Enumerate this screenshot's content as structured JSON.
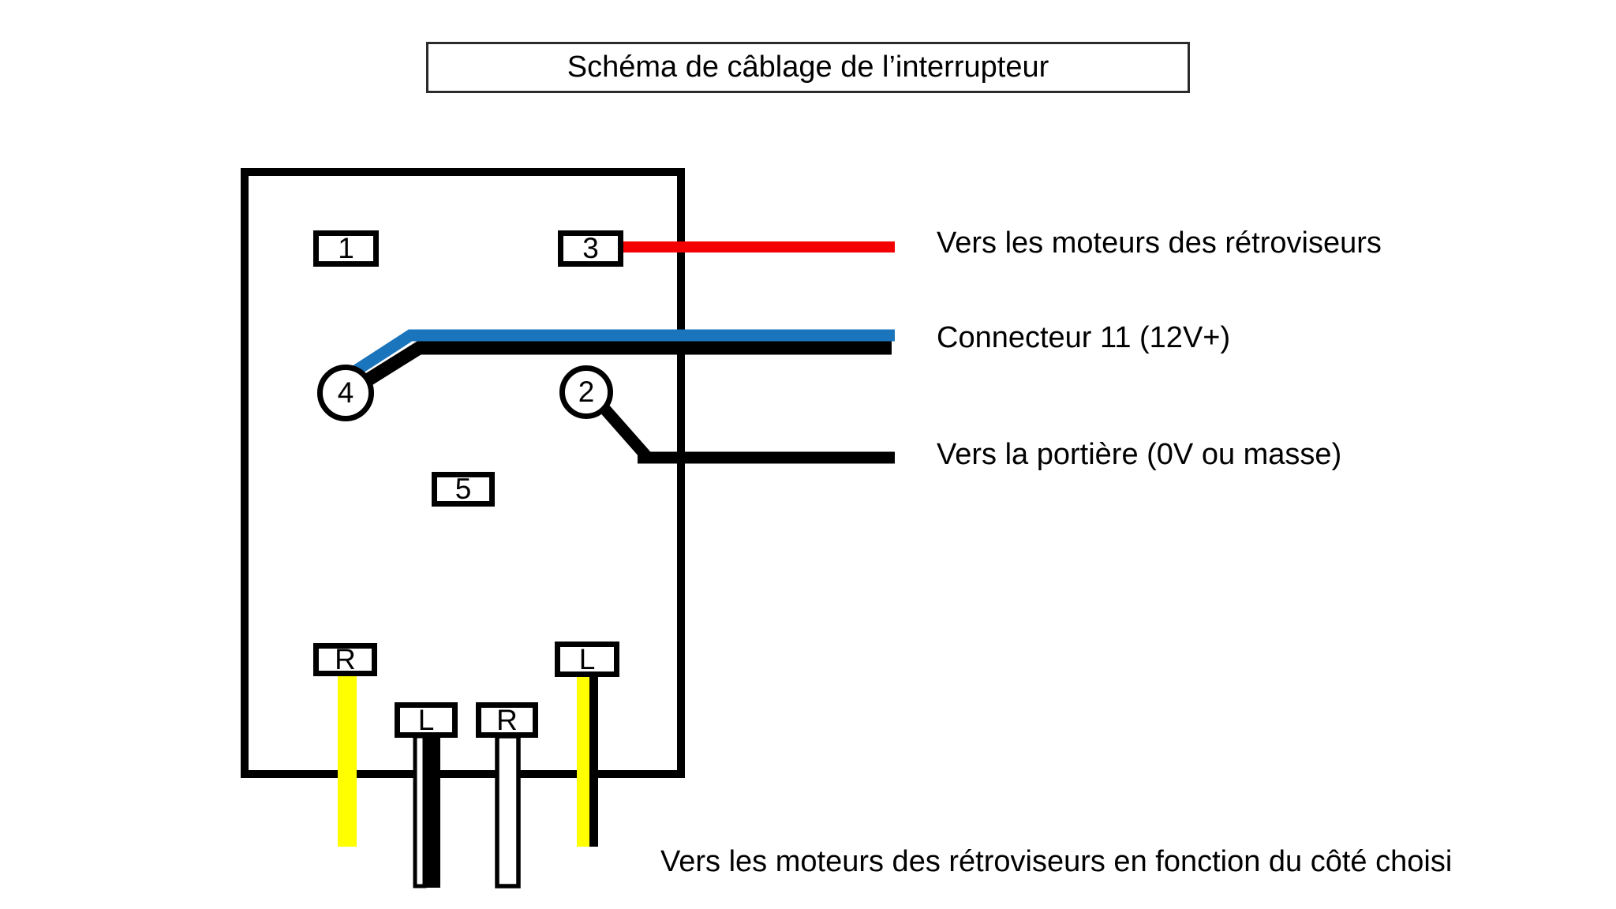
{
  "title": {
    "text": "Schéma de câblage de l’interrupteur"
  },
  "switch": {
    "terminals": [
      {
        "id": "1",
        "label": "1",
        "shape": "rect"
      },
      {
        "id": "3",
        "label": "3",
        "shape": "rect"
      },
      {
        "id": "4",
        "label": "4",
        "shape": "circle"
      },
      {
        "id": "2",
        "label": "2",
        "shape": "circle"
      },
      {
        "id": "5",
        "label": "5",
        "shape": "rect"
      },
      {
        "id": "R-top",
        "label": "R",
        "shape": "rect"
      },
      {
        "id": "L-top",
        "label": "L",
        "shape": "rect"
      },
      {
        "id": "L-mid",
        "label": "L",
        "shape": "rect"
      },
      {
        "id": "R-mid",
        "label": "R",
        "shape": "rect"
      }
    ]
  },
  "labels": {
    "red_wire": "Vers les moteurs des rétroviseurs",
    "blue_wire": "Connecteur 11 (12V+)",
    "black_wire": "Vers la portière (0V ou masse)",
    "bottom_caption": "Vers les moteurs des rétroviseurs en fonction du côté choisi"
  },
  "colors": {
    "red": "#f50000",
    "blue": "#1b75bc",
    "yellow": "#ffff00",
    "black": "#000000",
    "white": "#ffffff"
  }
}
